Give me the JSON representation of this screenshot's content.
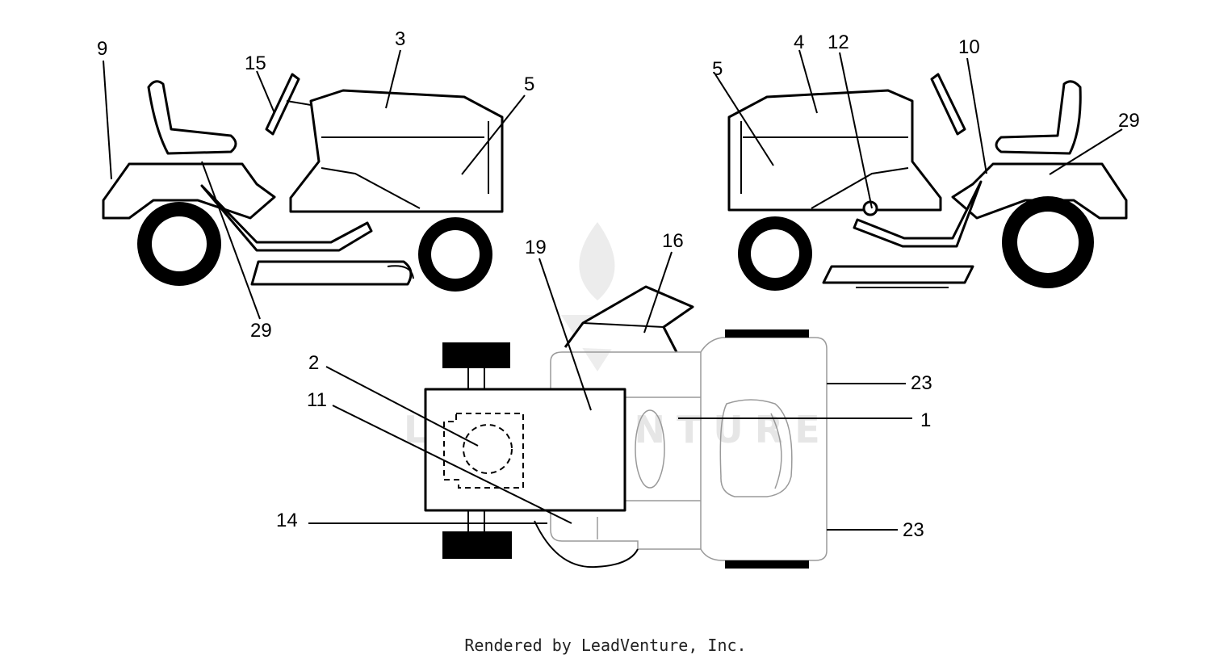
{
  "watermark": {
    "text": "LEADVENTURE"
  },
  "callouts": {
    "left_view": {
      "c9": "9",
      "c15": "15",
      "c3": "3",
      "c5": "5",
      "c29": "29"
    },
    "right_view": {
      "c5": "5",
      "c4": "4",
      "c12": "12",
      "c10": "10",
      "c29": "29"
    },
    "top_view": {
      "c19": "19",
      "c16": "16",
      "c2": "2",
      "c11": "11",
      "c14": "14",
      "c23_top": "23",
      "c1": "1",
      "c23_bottom": "23"
    }
  },
  "footer": {
    "text": "Rendered by LeadVenture, Inc."
  }
}
